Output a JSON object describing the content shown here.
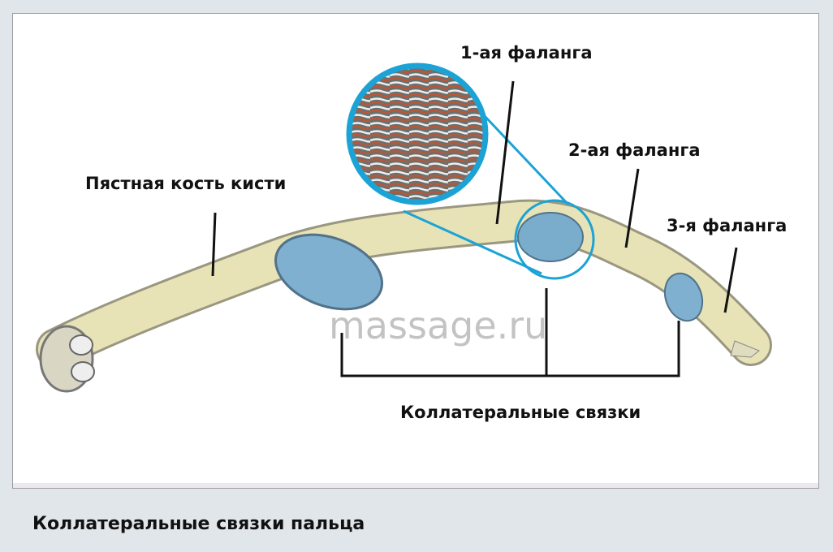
{
  "labels": {
    "phalanx1": "1-ая фаланга",
    "phalanx2": "2-ая фаланга",
    "phalanx3": "3-я фаланга",
    "metacarpal": "Пястная кость кисти",
    "ligaments": "Коллатеральные связки"
  },
  "watermark": "massage.ru",
  "caption": "Коллатеральные связки пальца",
  "colors": {
    "accent": "#1ba3d6",
    "bone": "#e8e3b6",
    "ligament": "#7fb0cf",
    "background": "#e1e6ea"
  }
}
